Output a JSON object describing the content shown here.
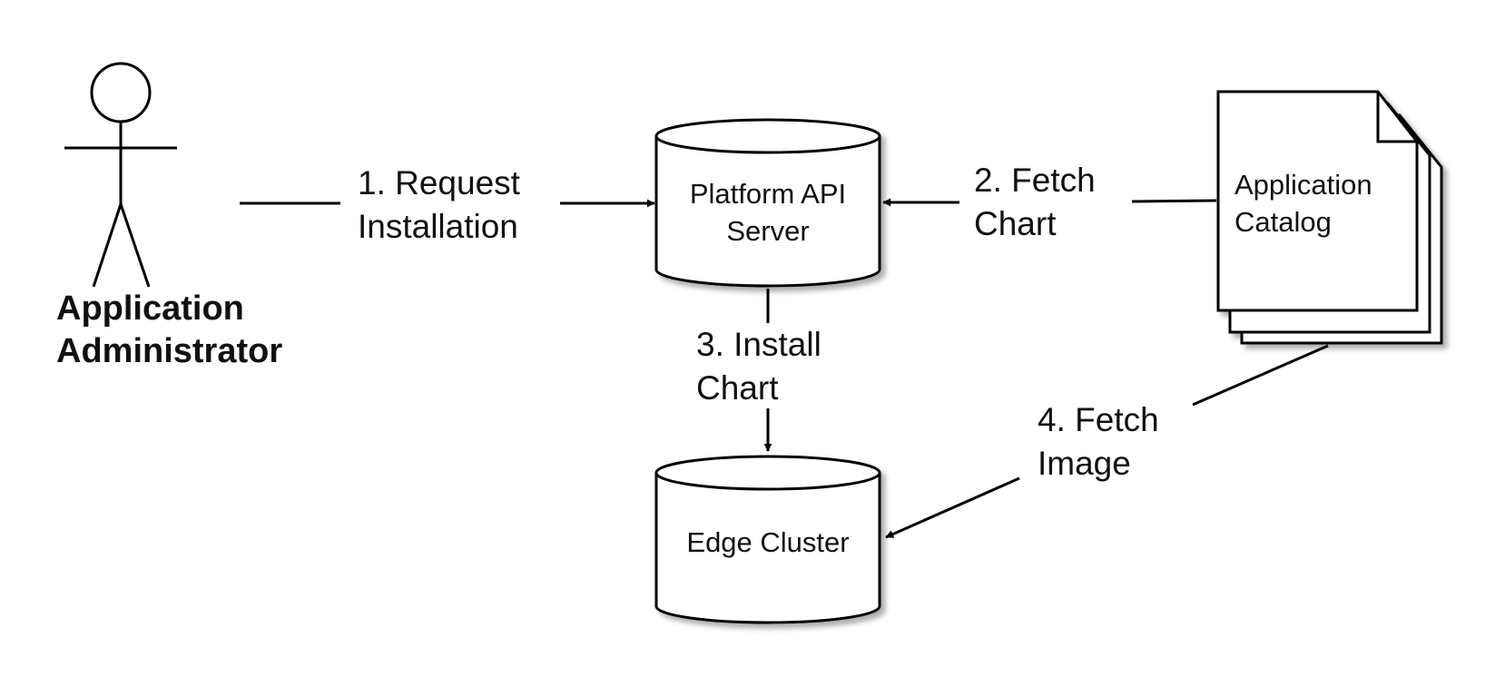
{
  "actor": {
    "name_line1": "Application",
    "name_line2": "Administrator"
  },
  "nodes": {
    "api_server": {
      "line1": "Platform API",
      "line2": "Server"
    },
    "edge_cluster": {
      "line1": "Edge Cluster"
    },
    "catalog": {
      "line1": "Application",
      "line2": "Catalog"
    }
  },
  "edges": {
    "request": {
      "line1": "1. Request",
      "line2": "Installation"
    },
    "fetch_chart": {
      "line1": "2. Fetch",
      "line2": "Chart"
    },
    "install_chart": {
      "line1": "3. Install",
      "line2": "Chart"
    },
    "fetch_image": {
      "line1": "4. Fetch",
      "line2": "Image"
    }
  },
  "colors": {
    "stroke": "#000000",
    "fill": "#ffffff",
    "shadow": "#9a9a9a"
  }
}
